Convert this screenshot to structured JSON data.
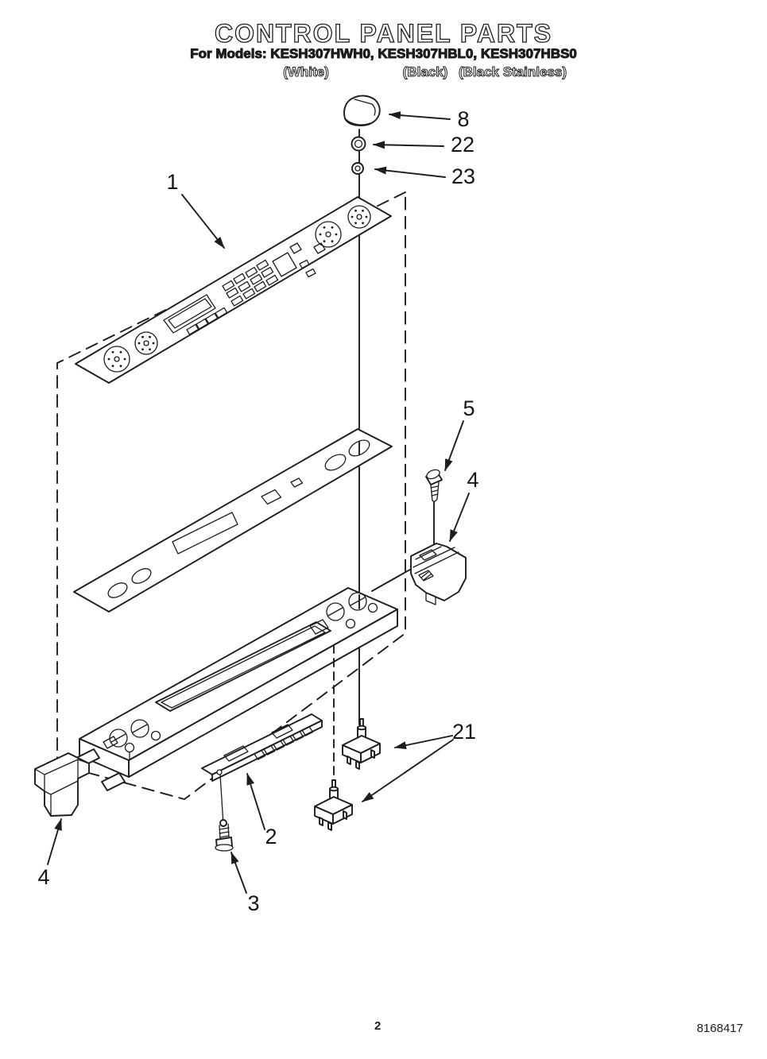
{
  "header": {
    "title": "CONTROL PANEL PARTS",
    "models_line": "For Models: KESH307HWH0, KESH307HBL0, KESH307HBS0",
    "finishes": [
      {
        "label": "(White)"
      },
      {
        "label": "(Black)"
      },
      {
        "label": "(Black Stainless)"
      }
    ]
  },
  "callouts": {
    "panel": "1",
    "board": "2",
    "board_screw": "3",
    "endcap_left": "4",
    "endcap_right": "4",
    "bracket_screw": "5",
    "knob": "8",
    "switches": "21",
    "nut": "22",
    "washer": "23"
  },
  "footer": {
    "page_number": "2",
    "document_number": "8168417"
  },
  "colors": {
    "line": "#1d1d1d",
    "background": "#ffffff"
  }
}
